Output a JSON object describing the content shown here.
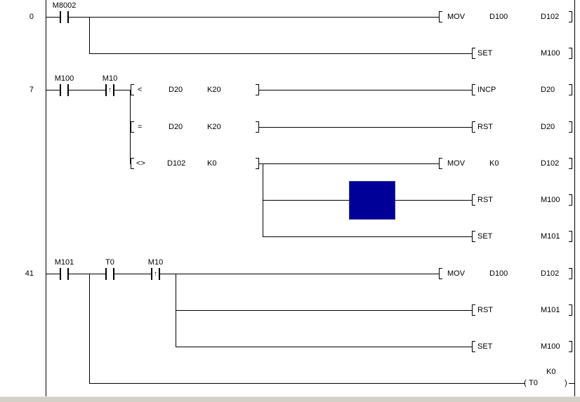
{
  "colors": {
    "background": "#ffffff",
    "wire": "#000000",
    "cursor_fill": "#000099",
    "scrollbar_track": "#d4d0c8"
  },
  "symbols": {
    "edge_up": "↑",
    "paren_open": "(",
    "paren_close": ")"
  },
  "rungs": {
    "r1": {
      "step": "0",
      "c1": "M8002",
      "mov": {
        "op": "MOV",
        "a": "D100",
        "b": "D102"
      },
      "set": {
        "op": "SET",
        "a": "M100"
      }
    },
    "r2": {
      "step": "7",
      "c1": "M100",
      "c2": "M10",
      "cmp1": {
        "op": "<",
        "a": "D20",
        "b": "K20"
      },
      "cmp2": {
        "op": "=",
        "a": "D20",
        "b": "K20"
      },
      "cmp3": {
        "op": "<>",
        "a": "D102",
        "b": "K0"
      },
      "incp": {
        "op": "INCP",
        "a": "D20"
      },
      "rst_d20": {
        "op": "RST",
        "a": "D20"
      },
      "mov": {
        "op": "MOV",
        "a": "K0",
        "b": "D102"
      },
      "rst_m100": {
        "op": "RST",
        "a": "M100"
      },
      "set_m101": {
        "op": "SET",
        "a": "M101"
      }
    },
    "r3": {
      "step": "41",
      "c1": "M101",
      "c2": "T0",
      "c3": "M10",
      "mov": {
        "op": "MOV",
        "a": "D100",
        "b": "D102"
      },
      "rst_m101": {
        "op": "RST",
        "a": "M101"
      },
      "set_m100": {
        "op": "SET",
        "a": "M100"
      },
      "timer": {
        "device": "T0",
        "preset": "K0"
      }
    }
  }
}
